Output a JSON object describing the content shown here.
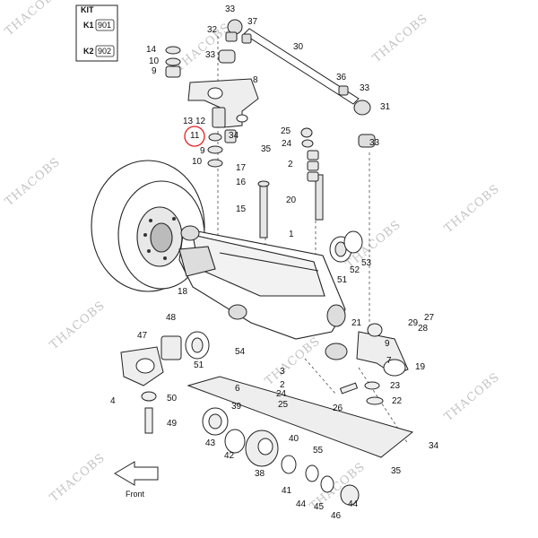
{
  "watermark": "THACOBS",
  "kit": {
    "title": "KIT",
    "rows": [
      {
        "key": "K1",
        "code": "901"
      },
      {
        "key": "K2",
        "code": "902"
      }
    ]
  },
  "front_label": "Front",
  "highlight_color": "#e02020",
  "callouts": [
    "33",
    "37",
    "32",
    "30",
    "14",
    "10",
    "9",
    "33",
    "8",
    "36",
    "33",
    "31",
    "13",
    "12",
    "11",
    "34",
    "35",
    "25",
    "24",
    "9",
    "10",
    "2",
    "17",
    "16",
    "15",
    "20",
    "1",
    "52",
    "53",
    "51",
    "18",
    "48",
    "47",
    "51",
    "54",
    "21",
    "29",
    "28",
    "27",
    "9",
    "3",
    "2",
    "24",
    "25",
    "6",
    "19",
    "23",
    "22",
    "4",
    "50",
    "49",
    "26",
    "39",
    "43",
    "42",
    "38",
    "40",
    "55",
    "41",
    "44",
    "45",
    "46",
    "44",
    "34",
    "35",
    "7",
    "33"
  ]
}
